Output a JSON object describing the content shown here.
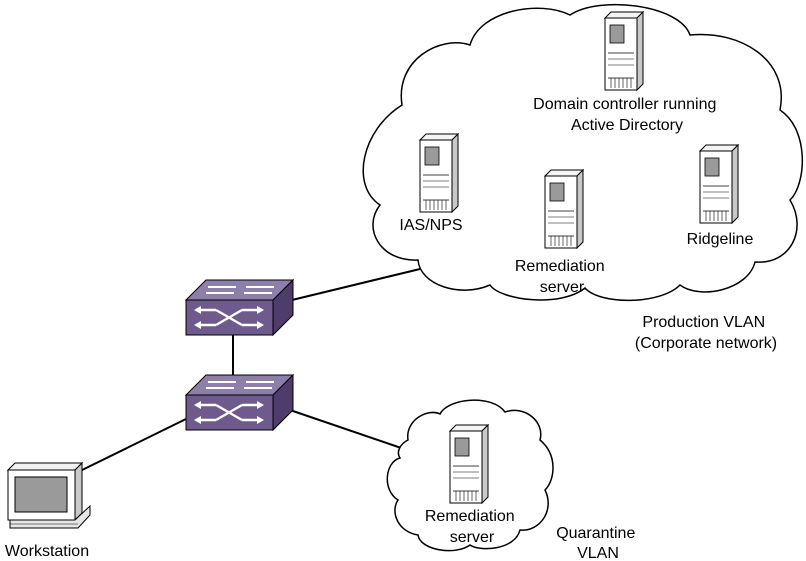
{
  "labels": {
    "domain_controller": [
      "Domain controller running",
      "Active Directory"
    ],
    "ias_nps": "IAS/NPS",
    "remediation_production": [
      "Remediation",
      "server"
    ],
    "ridgeline": "Ridgeline",
    "production_vlan": [
      "Production VLAN",
      "(Corporate network)"
    ],
    "remediation_quarantine": [
      "Remediation",
      "server"
    ],
    "quarantine_vlan": [
      "Quarantine",
      "VLAN"
    ],
    "workstation": "Workstation"
  },
  "colors": {
    "switch_face": "#6e5a8c",
    "switch_top": "#8e7eaa",
    "switch_side": "#4e3d6a",
    "line": "#000000",
    "cloud_fill": "#ffffff"
  }
}
